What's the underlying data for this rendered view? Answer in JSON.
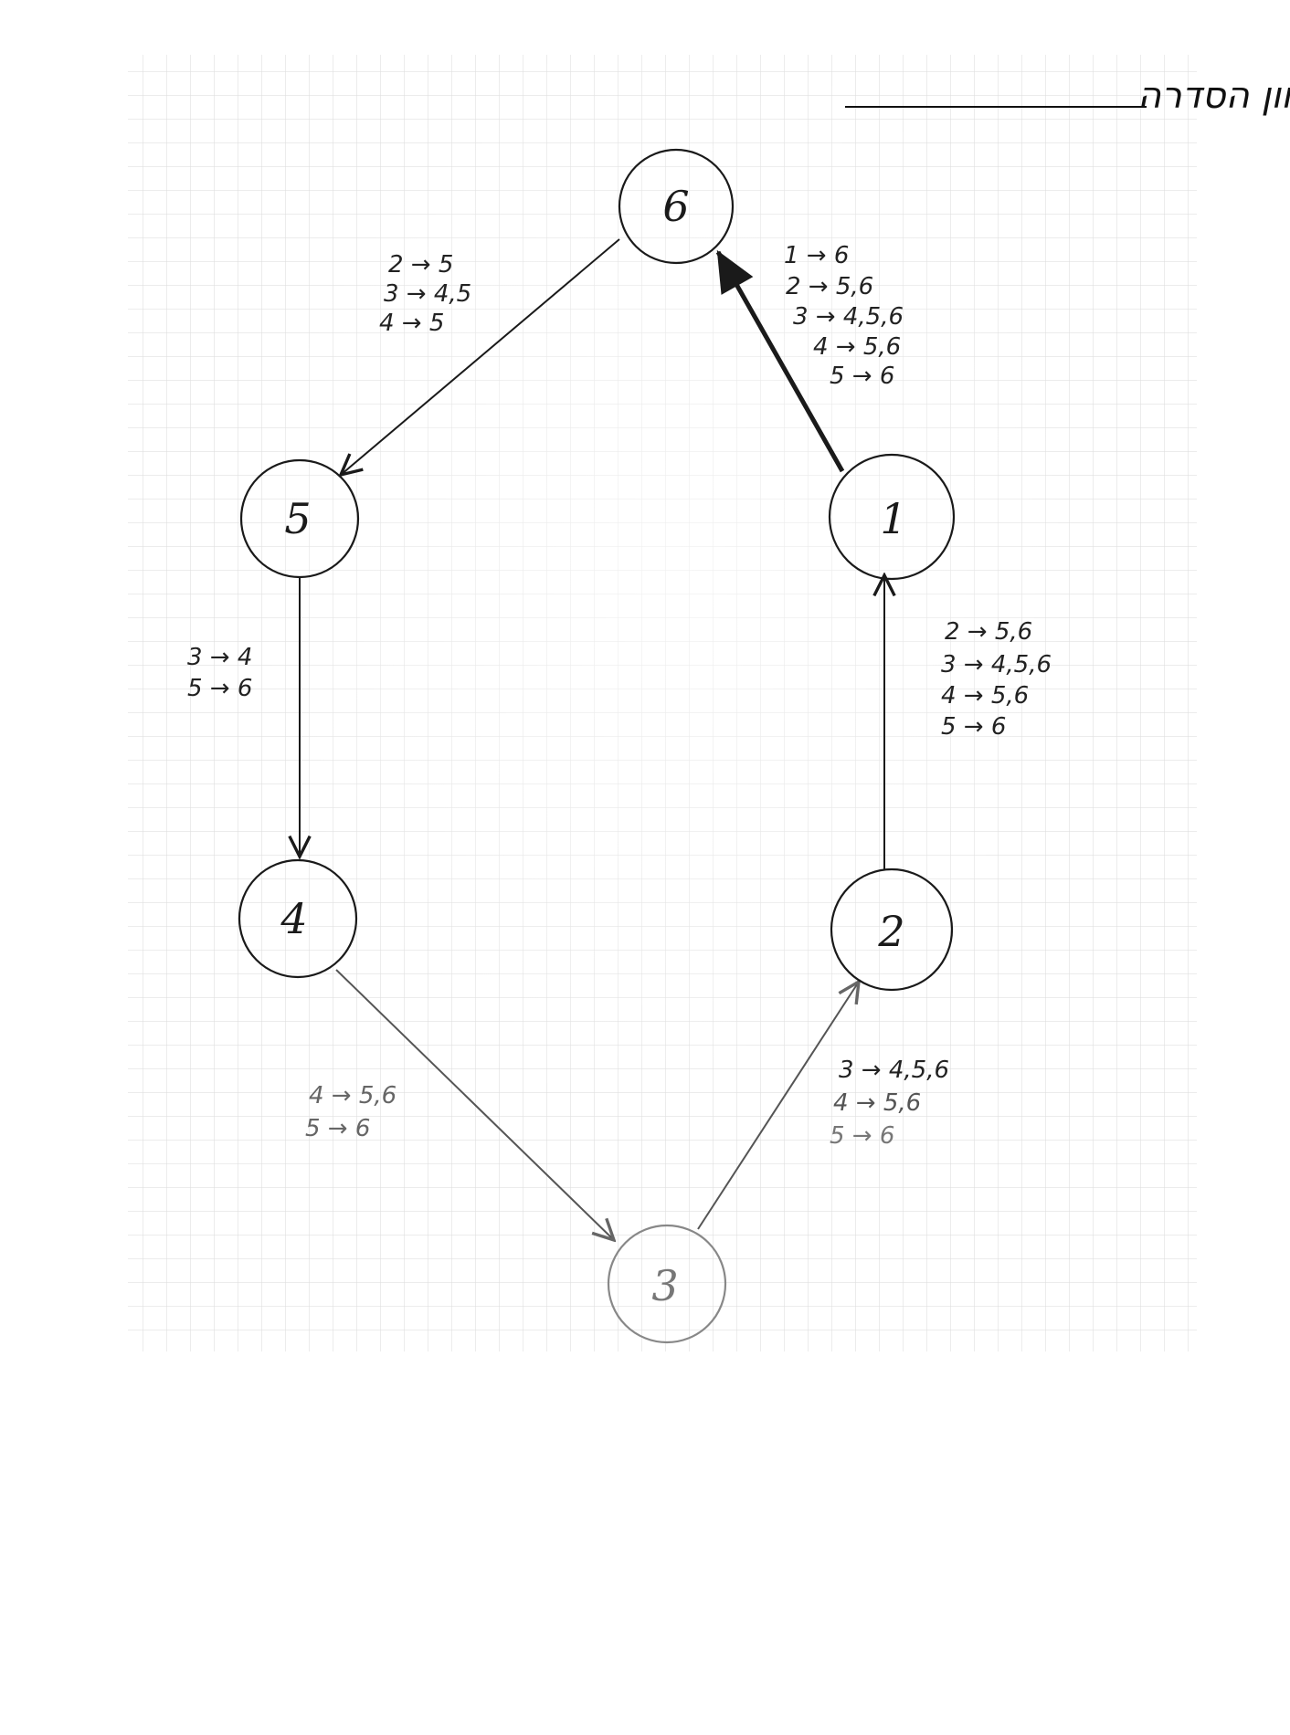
{
  "title": "גרף כיוון הסדרה",
  "nodes": [
    {
      "id": "6",
      "label": "6"
    },
    {
      "id": "5",
      "label": "5"
    },
    {
      "id": "1",
      "label": "1"
    },
    {
      "id": "4",
      "label": "4"
    },
    {
      "id": "2",
      "label": "2"
    },
    {
      "id": "3",
      "label": "3"
    }
  ],
  "edges": [
    {
      "from": "6",
      "to": "5",
      "labels": [
        "2 → 5",
        "3 → 4,5",
        "4 → 5"
      ]
    },
    {
      "from": "1",
      "to": "6",
      "labels": [
        "1 → 6",
        "2 → 5,6",
        "3 → 4,5,6",
        "4 → 5,6",
        "5 → 6"
      ]
    },
    {
      "from": "5",
      "to": "4",
      "labels": [
        "3 → 4",
        "5 → 6"
      ]
    },
    {
      "from": "2",
      "to": "1",
      "labels": [
        "2 → 5,6",
        "3 → 4,5,6",
        "4 → 5,6",
        "5 → 6"
      ]
    },
    {
      "from": "4",
      "to": "3",
      "labels": [
        "4 → 5,6",
        "5 → 6"
      ]
    },
    {
      "from": "3",
      "to": "2",
      "labels": [
        "3 → 4,5,6",
        "4 → 5,6",
        "5 → 6"
      ]
    }
  ],
  "colors": {
    "ink": "#1a1a1a",
    "faint_ink": "#777777",
    "grid": "#dcdcdc",
    "paper": "#ffffff"
  }
}
